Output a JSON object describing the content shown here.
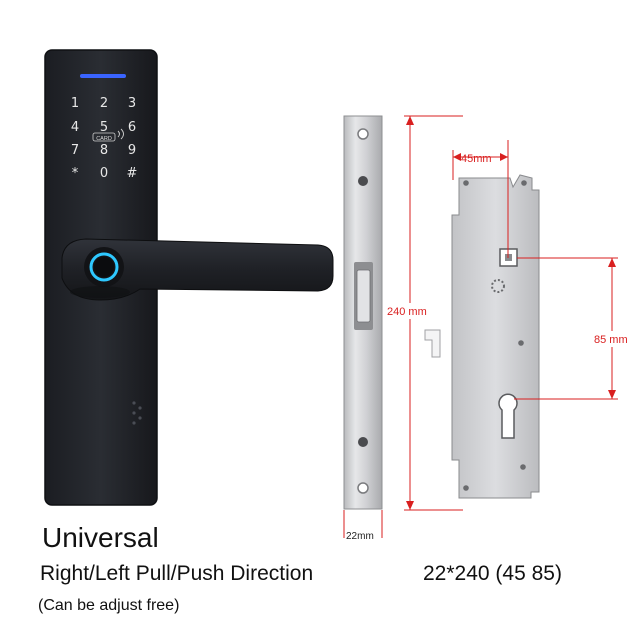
{
  "keypad": {
    "rows": [
      [
        "1",
        "2",
        "3"
      ],
      [
        "4",
        "5",
        "6"
      ],
      [
        "7",
        "8",
        "9"
      ],
      [
        "*",
        "0",
        "#"
      ]
    ],
    "card_label": "CARD"
  },
  "dimensions": {
    "faceplate_width": "22mm",
    "backset": "45mm",
    "total_length": "240 mm",
    "center_distance": "85 mm"
  },
  "captions": {
    "title": "Universal",
    "direction": "Right/Left Pull/Push Direction",
    "size": "22*240 (45 85)",
    "note": "(Can be adjust free)"
  },
  "colors": {
    "lock_body": "#23252b",
    "indicator_light": "#3a64ff",
    "fingerprint_ring": "#2ec8ff",
    "steel": "#cfd0d2",
    "dimension_lines": "#d91f1f",
    "caption_text": "#111111"
  }
}
